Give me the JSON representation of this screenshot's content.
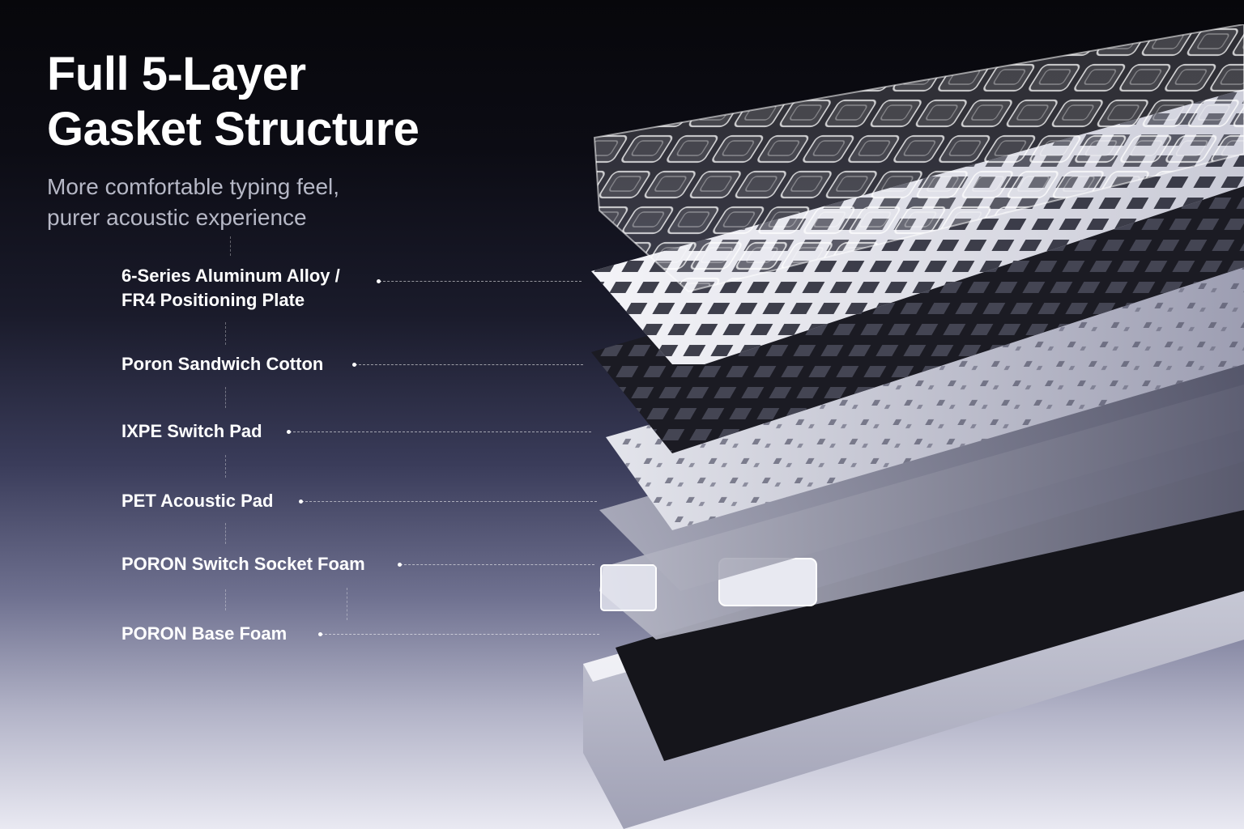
{
  "hero": {
    "title_lines": [
      "Full 5-Layer",
      "Gasket Structure"
    ],
    "subtitle_lines": [
      "More comfortable typing feel,",
      "purer acoustic experience"
    ]
  },
  "layers": [
    {
      "lines": [
        "6-Series Aluminum Alloy /",
        "FR4 Positioning Plate"
      ]
    },
    {
      "lines": [
        "Poron Sandwich Cotton"
      ]
    },
    {
      "lines": [
        "IXPE Switch Pad"
      ]
    },
    {
      "lines": [
        "PET Acoustic Pad"
      ]
    },
    {
      "lines": [
        "PORON Switch Socket Foam"
      ]
    },
    {
      "lines": [
        "PORON Base Foam"
      ]
    }
  ],
  "illustration": {
    "subject": "exploded-keyboard-layers",
    "colors": {
      "clear_acrylic": "#d9dbe6",
      "plate_white": "#f2f2f6",
      "foam_black": "#16161c",
      "pad_light": "#cfd0da",
      "pad_grey": "#8b8ca0"
    }
  }
}
